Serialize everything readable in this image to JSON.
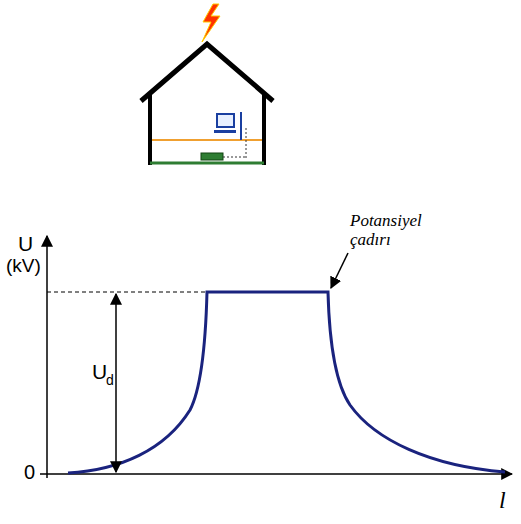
{
  "diagram": {
    "labels": [
      "U",
      "(kV)",
      "Potansiyel çadırı",
      "U",
      "d",
      "0",
      "l"
    ]
  }
}
